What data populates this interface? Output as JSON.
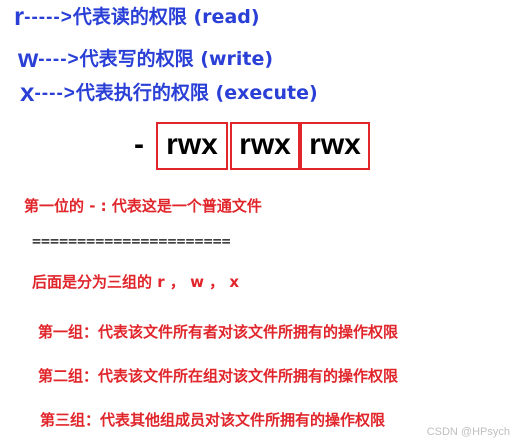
{
  "permission_legend": [
    {
      "letter": "r",
      "dashes": "----->",
      "description": "代表读的权限",
      "english": "(read)"
    },
    {
      "letter": "w",
      "dashes": "---->",
      "description": "代表写的权限",
      "english": "(write)"
    },
    {
      "letter": "x",
      "dashes": "---->",
      "description": "代表执行的权限",
      "english": "(execute)"
    }
  ],
  "permission_string": {
    "prefix": "-",
    "groups": [
      "rwx",
      "rwx",
      "rwx"
    ]
  },
  "notes": {
    "first_char": "第一位的 - :  代表这是一个普通文件",
    "divider": "======================",
    "rest": "后面是分为三组的 r ， w ， x",
    "group1": "第一组：代表该文件所有者对该文件所拥有的操作权限",
    "group2": "第二组：代表该文件所在组对该文件所拥有的操作权限",
    "group3": "第三组：代表其他组成员对该文件所拥有的操作权限"
  },
  "watermark": "CSDN @HPsych",
  "colors": {
    "blue": "#2a3fd6",
    "red": "#e0252b",
    "black": "#000000"
  }
}
